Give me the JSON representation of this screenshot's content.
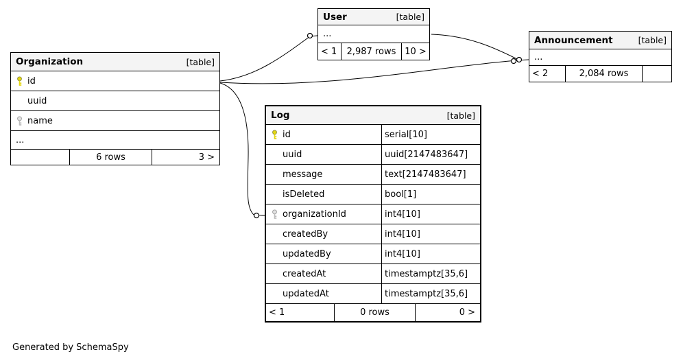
{
  "footer_note": "Generated by SchemaSpy",
  "colors": {
    "primary_key": "#e4d812",
    "secondary_key": "#e2e2e2",
    "header_bg": "#f4f4f4",
    "border": "#000000"
  },
  "tables": {
    "organization": {
      "title": "Organization",
      "badge": "[table]",
      "columns": [
        {
          "name": "id",
          "key": "primary"
        },
        {
          "name": "uuid",
          "key": "none"
        },
        {
          "name": "name",
          "key": "secondary"
        }
      ],
      "ellipsis": "...",
      "footer": {
        "left": "",
        "center": "6 rows",
        "right": "3 >"
      }
    },
    "user": {
      "title": "User",
      "badge": "[table]",
      "ellipsis": "...",
      "footer": {
        "left": "< 1",
        "center": "2,987 rows",
        "right": "10 >"
      }
    },
    "announcement": {
      "title": "Announcement",
      "badge": "[table]",
      "ellipsis": "...",
      "footer": {
        "left": "< 2",
        "center": "2,084 rows",
        "right": ""
      }
    },
    "log": {
      "title": "Log",
      "badge": "[table]",
      "rows": [
        {
          "name": "id",
          "type": "serial[10]",
          "key": "primary"
        },
        {
          "name": "uuid",
          "type": "uuid[2147483647]",
          "key": "none"
        },
        {
          "name": "message",
          "type": "text[2147483647]",
          "key": "none"
        },
        {
          "name": "isDeleted",
          "type": "bool[1]",
          "key": "none"
        },
        {
          "name": "organizationId",
          "type": "int4[10]",
          "key": "secondary"
        },
        {
          "name": "createdBy",
          "type": "int4[10]",
          "key": "none"
        },
        {
          "name": "updatedBy",
          "type": "int4[10]",
          "key": "none"
        },
        {
          "name": "createdAt",
          "type": "timestamptz[35,6]",
          "key": "none"
        },
        {
          "name": "updatedAt",
          "type": "timestamptz[35,6]",
          "key": "none"
        }
      ],
      "footer": {
        "left": "< 1",
        "center": "0 rows",
        "right": "0 >"
      }
    }
  }
}
